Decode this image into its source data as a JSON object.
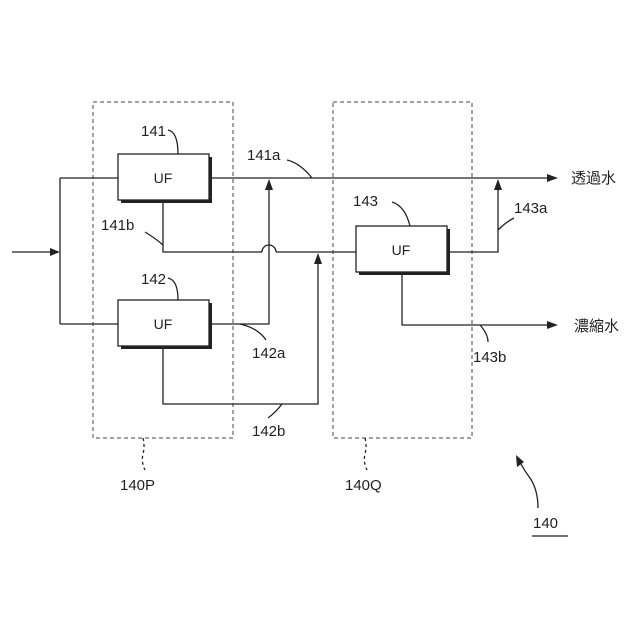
{
  "labels": {
    "ref_141": "141",
    "ref_142": "142",
    "ref_143": "143",
    "ref_141a": "141a",
    "ref_141b": "141b",
    "ref_142a": "142a",
    "ref_142b": "142b",
    "ref_143a": "143a",
    "ref_143b": "143b",
    "ref_140P": "140P",
    "ref_140Q": "140Q",
    "ref_140": "140"
  },
  "units": {
    "uf_141": "UF",
    "uf_142": "UF",
    "uf_143": "UF"
  },
  "outputs": {
    "permeate": "透過水",
    "concentrate": "濃縮水"
  }
}
